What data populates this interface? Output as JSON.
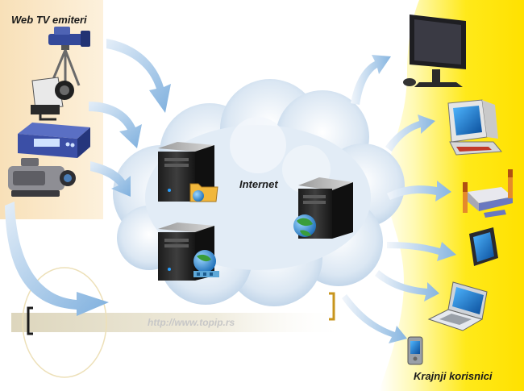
{
  "labels": {
    "left_title": "Web TV emiteri",
    "cloud": "Internet",
    "right_title": "Krajnji korisnici",
    "url": "http://www.topip.rs"
  },
  "colors": {
    "left_panel": "#fbe8c6",
    "right_panel": "#ffe400",
    "cloud": "#c7d9ec",
    "arrow": "#8cb6df",
    "server": "#2b2b2b",
    "bracket_dark": "#1a1a1a",
    "bracket_gold": "#c8951d"
  },
  "sources": [
    "video-camera-icon",
    "tv-studio-camera-icon",
    "set-top-box-icon",
    "camcorder-icon"
  ],
  "servers": [
    "folder-server-icon",
    "globe-network-server-icon",
    "globe-server-icon"
  ],
  "users": [
    "monitor-icon",
    "desktop-computer-icon",
    "router-icon",
    "tablet-icon",
    "laptop-icon",
    "phone-icon"
  ]
}
